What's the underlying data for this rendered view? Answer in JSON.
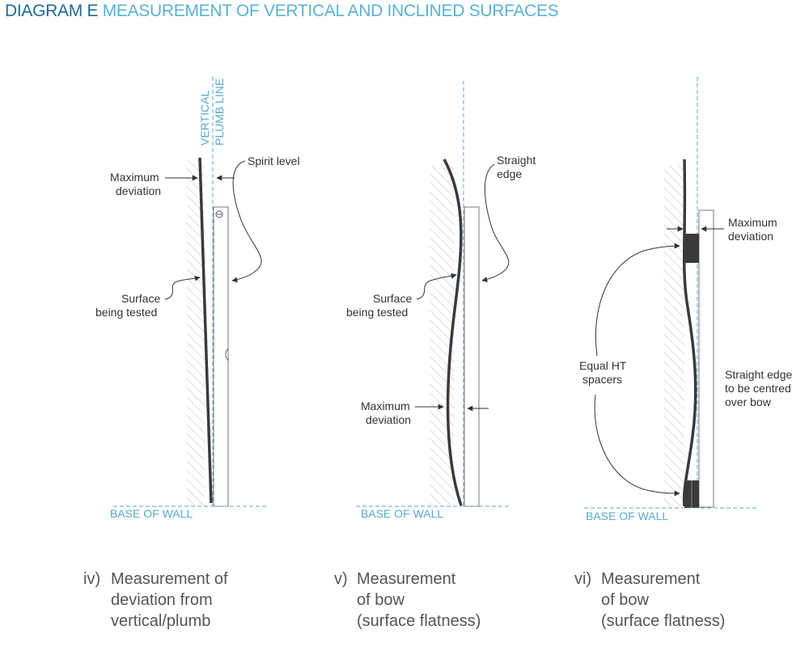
{
  "title": {
    "lead": "DIAGRAM E",
    "rest": "MEASUREMENT OF VERTICAL AND INCLINED SURFACES"
  },
  "colors": {
    "title_dark": "#1d6a96",
    "title_light": "#5bb2d4",
    "guide_line": "#5aa9cf",
    "surface": "#3a3a3a"
  },
  "panel_iv": {
    "plumb_line_label": [
      "VERTICAL",
      "PLUMB LINE"
    ],
    "max_deviation": [
      "Maximum",
      "deviation"
    ],
    "spirit_level": "Spirit level",
    "surface": [
      "Surface",
      "being tested"
    ],
    "base": "BASE OF WALL",
    "caption": {
      "number": "iv)",
      "lines": [
        "Measurement of",
        "deviation from",
        "vertical/plumb"
      ]
    }
  },
  "panel_v": {
    "straight_edge": [
      "Straight",
      "edge"
    ],
    "surface": [
      "Surface",
      "being tested"
    ],
    "max_deviation": [
      "Maximum",
      "deviation"
    ],
    "base": "BASE OF WALL",
    "caption": {
      "number": "v)",
      "lines": [
        "Measurement",
        "of bow",
        "(surface flatness)"
      ]
    }
  },
  "panel_vi": {
    "max_deviation": [
      "Maximum",
      "deviation"
    ],
    "spacers": [
      "Equal HT",
      "spacers"
    ],
    "straight_edge_note": [
      "Straight edge",
      "to be centred",
      "over bow"
    ],
    "base": "BASE OF WALL",
    "caption": {
      "number": "vi)",
      "lines": [
        "Measurement",
        "of bow",
        "(surface flatness)"
      ]
    }
  }
}
